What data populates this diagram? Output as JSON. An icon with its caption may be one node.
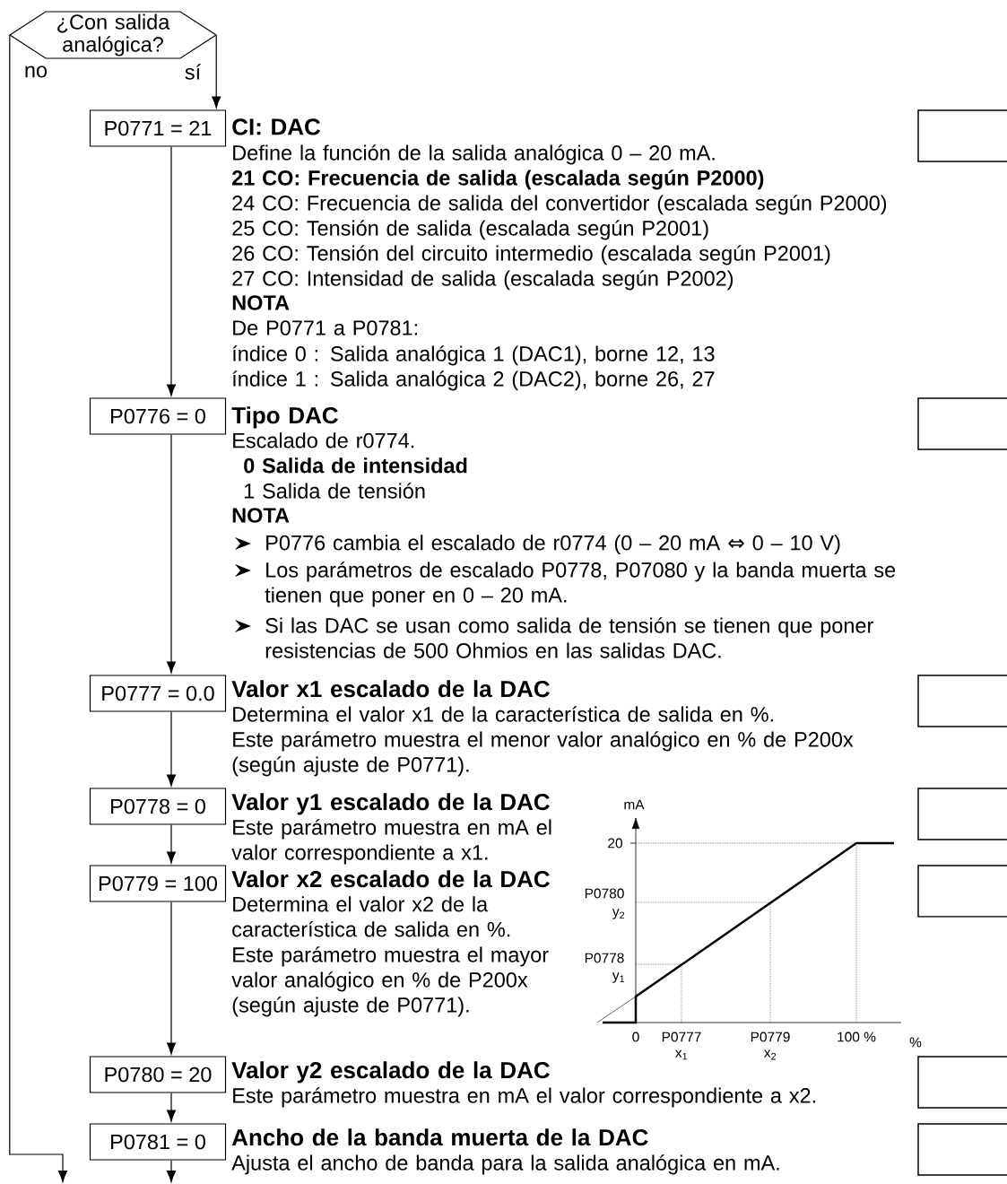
{
  "diagram": {
    "nodes": [
      {
        "text": [
          "¿Con salida analógica?"
        ]
      },
      {
        "text": [
          "P0771 = 21"
        ],
        "beside": [
          "CI: DAC",
          "Define la función de la salida analógica 0 – 20 mA.",
          "21 CO: Frecuencia de salida (escalada según P2000)",
          "24 CO: Frecuencia de salida del convertidor (escalada según P2000)",
          "25 CO: Tensión de salida (escalada según P2001)",
          "26 CO: Tensión del circuito intermedio (escalada según P2001)",
          "27 CO: Intensidad de salida (escalada según P2002)",
          "NOTA",
          "De P0771 a P0781:",
          "índice 0 : Salida analógica 1 (DAC1), borne 12, 13",
          "índice 1 : Salida analógica 2 (DAC2), borne 26, 27"
        ]
      },
      {
        "text": [
          "P0776 = 0"
        ],
        "beside": [
          "Tipo DAC",
          "Escalado de r0774.",
          "0 Salida de intensidad",
          "1 Salida de tensión",
          "NOTA",
          "P0776 cambia el escalado de r0774 (0 – 20 mA ⇔ 0 – 10 V)",
          "Los parámetros de escalado P0778, P07080 y la banda muerta se tienen que poner en 0 – 20 mA.",
          "Si las DAC se usan como salida de tensión se tienen que poner resistencias de 500 Ohmios en las salidas DAC."
        ]
      },
      {
        "text": [
          "P0777 = 0.0"
        ],
        "beside": [
          "Valor x1 escalado de la DAC",
          "Determina el valor x1 de la característica de salida en %.",
          "Este parámetro muestra el menor valor analógico en % de P200x (según ajuste de P0771)."
        ]
      },
      {
        "text": [
          "P0778 = 0"
        ],
        "beside": [
          "Valor y1 escalado de la DAC",
          "Este parámetro muestra en mA el valor correspondiente a x1."
        ]
      },
      {
        "text": [
          "P0779 = 100"
        ],
        "beside": [
          "Valor x2 escalado de la DAC",
          "Determina el valor x2 de la característica de salida en %.",
          "Este parámetro muestra el mayor valor analógico en % de P200x (según ajuste de P0771)."
        ]
      },
      {
        "text": [
          "P0780 = 20"
        ],
        "beside": [
          "Valor y2 escalado de la DAC",
          "Este parámetro muestra en mA el valor correspondiente a x2."
        ]
      },
      {
        "text": [
          "P0781 = 0"
        ],
        "beside": [
          "Ancho de la banda muerta de la DAC",
          "Ajusta el ancho de banda para la salida analógica en mA."
        ]
      },
      {
        "text": [],
        "shape": "box"
      },
      {
        "text": [],
        "shape": "box"
      },
      {
        "text": [],
        "shape": "box"
      },
      {
        "text": [],
        "shape": "box"
      },
      {
        "text": [],
        "shape": "box"
      },
      {
        "text": [],
        "shape": "box"
      },
      {
        "text": [],
        "shape": "box"
      }
    ],
    "edges": [
      {
        "from": 0,
        "to": 1,
        "arrow": "to",
        "label": "sí"
      },
      {
        "from": 0,
        "to": null,
        "arrow": "to",
        "label": "no"
      },
      {
        "from": 1,
        "to": 2,
        "arrow": "to"
      },
      {
        "from": 2,
        "to": 3,
        "arrow": "to"
      },
      {
        "from": 3,
        "to": 4,
        "arrow": "to"
      },
      {
        "from": 4,
        "to": 5,
        "arrow": "to"
      },
      {
        "from": 5,
        "to": 6,
        "arrow": "to"
      },
      {
        "from": 6,
        "to": 7,
        "arrow": "to"
      },
      {
        "from": 7,
        "to": null,
        "arrow": "to"
      }
    ],
    "labels": [
      "mA",
      "20",
      "P0780",
      "y$_{2}$",
      "P0778",
      "y$_{1}$",
      "0",
      "P0777",
      "x$_{1}$",
      "P0779",
      "x$_{2}$",
      "100 %",
      "%"
    ]
  }
}
